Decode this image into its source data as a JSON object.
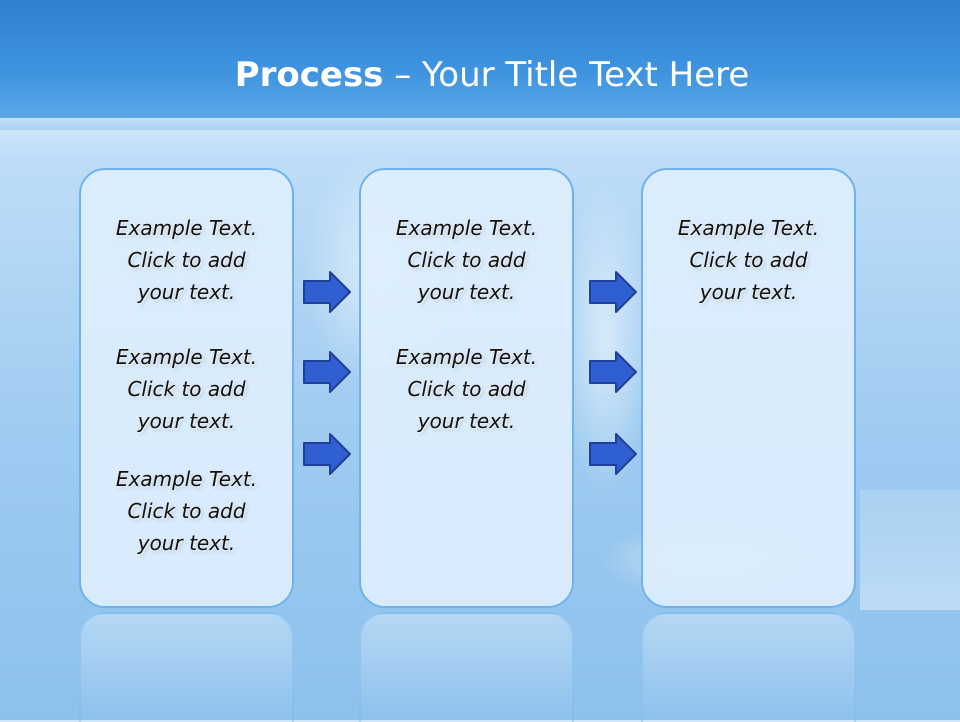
{
  "slide": {
    "title_bold": "Process",
    "title_rest": " – Your Title Text Here"
  },
  "columns": [
    {
      "blocks": [
        {
          "line1": "Example Text.",
          "line2": "Click  to add",
          "line3": "your text."
        },
        {
          "line1": "Example Text.",
          "line2": "Click  to add",
          "line3": "your text."
        },
        {
          "line1": "Example Text.",
          "line2": "Click  to add",
          "line3": "your text."
        }
      ]
    },
    {
      "blocks": [
        {
          "line1": "Example Text.",
          "line2": "Click  to add",
          "line3": "your text."
        },
        {
          "line1": "Example Text.",
          "line2": "Click  to add",
          "line3": "your text."
        }
      ]
    },
    {
      "blocks": [
        {
          "line1": "Example Text.",
          "line2": "Click  to add",
          "line3": "your text."
        }
      ]
    }
  ],
  "arrows": {
    "icon": "right-arrow-icon",
    "count_per_gap": 3,
    "color": "#2f5fd0",
    "outline": "#1f3f9a"
  },
  "colors": {
    "header": "#3f93df",
    "panel_border": "#6fb3ee",
    "panel_fill": "#deeefd",
    "title": "#ffffff"
  }
}
